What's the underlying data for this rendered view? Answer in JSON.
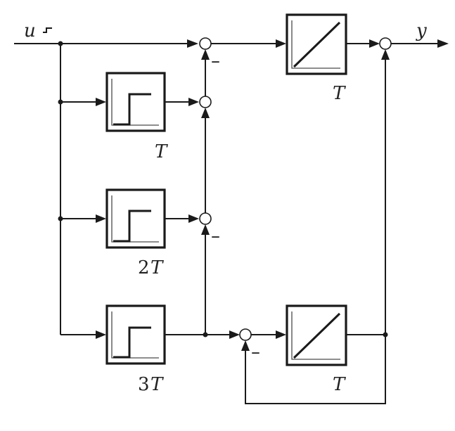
{
  "diagram": {
    "input_label": "u",
    "output_label": "y",
    "blocks": {
      "integrator_top": {
        "delay_label": "T"
      },
      "delay_1": {
        "coeff": "",
        "var": "T"
      },
      "delay_2": {
        "coeff": "2",
        "var": "T"
      },
      "delay_3": {
        "coeff": "3",
        "var": "T"
      },
      "integrator_bottom": {
        "delay_label": "T"
      }
    },
    "signs": {
      "sum_top_minus": "–",
      "sum_third_minus": "–",
      "sum_bottom_minus": "–"
    }
  }
}
